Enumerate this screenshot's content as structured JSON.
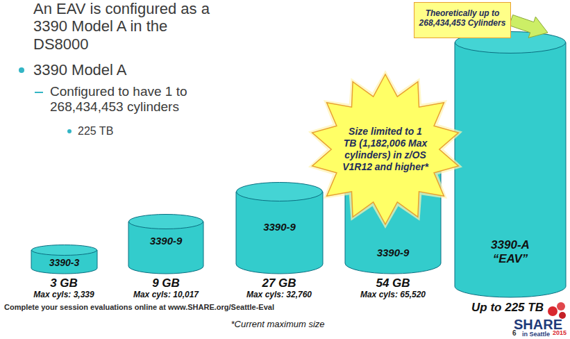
{
  "diagram": {
    "nodes": [
      {
        "text": [
          "Theoretically up to 268,434,453 Cylinders"
        ]
      },
      {
        "text": [
          "Size limited to 1 TB (1,182,006 Max cylinders) in z/OS V1R12 and higher*"
        ]
      },
      {
        "text": [
          "3390-3"
        ]
      },
      {
        "text": [
          "3390-9"
        ]
      },
      {
        "text": [
          "3390-9"
        ]
      },
      {
        "text": [
          "3390-9"
        ]
      },
      {
        "text": [
          "3390-A",
          "“EAV”"
        ]
      }
    ],
    "edges": [
      {
        "from": 0,
        "to": 6,
        "arrow": "to"
      }
    ],
    "labels": [
      "An EAV is configured as a 3390 Model A in the DS8000",
      "3390 Model A",
      "Configured to have 1 to 268,434,453 cylinders",
      "225 TB",
      "3 GB",
      "Max cyls: 3,339",
      "9 GB",
      "Max cyls: 10,017",
      "27 GB",
      "Max cyls: 32,760",
      "54 GB",
      "Max cyls: 65,520",
      "Up to 225 TB",
      "Complete your session evaluations online at www.SHARE.org/Seattle-Eval",
      "*Current maximum size",
      "SHARE",
      "in Seattle",
      "2015",
      "6"
    ]
  }
}
